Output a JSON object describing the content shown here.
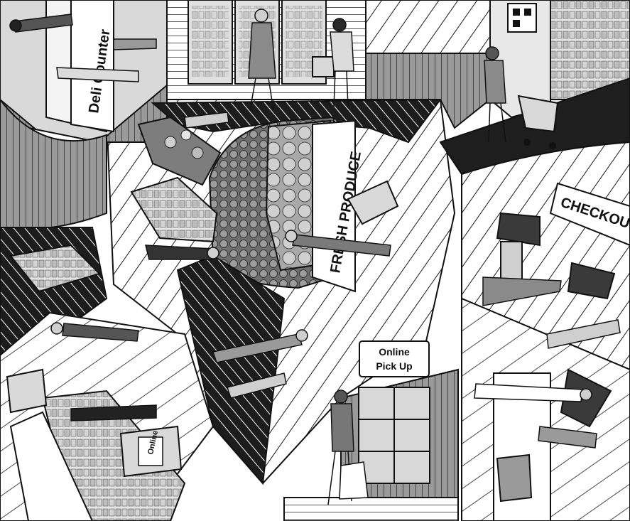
{
  "signs": {
    "deli": "Deli Counter",
    "produce": "FRESH PRODUCE",
    "pickup_line1": "Online",
    "pickup_line2": "Pick Up",
    "checkout": "CHECKOUT",
    "cart_label": "Online"
  },
  "palette": {
    "ink": "#111111",
    "dark": "#262626",
    "mid": "#7a7a7a",
    "light": "#c8c8c8",
    "paper": "#ffffff"
  }
}
